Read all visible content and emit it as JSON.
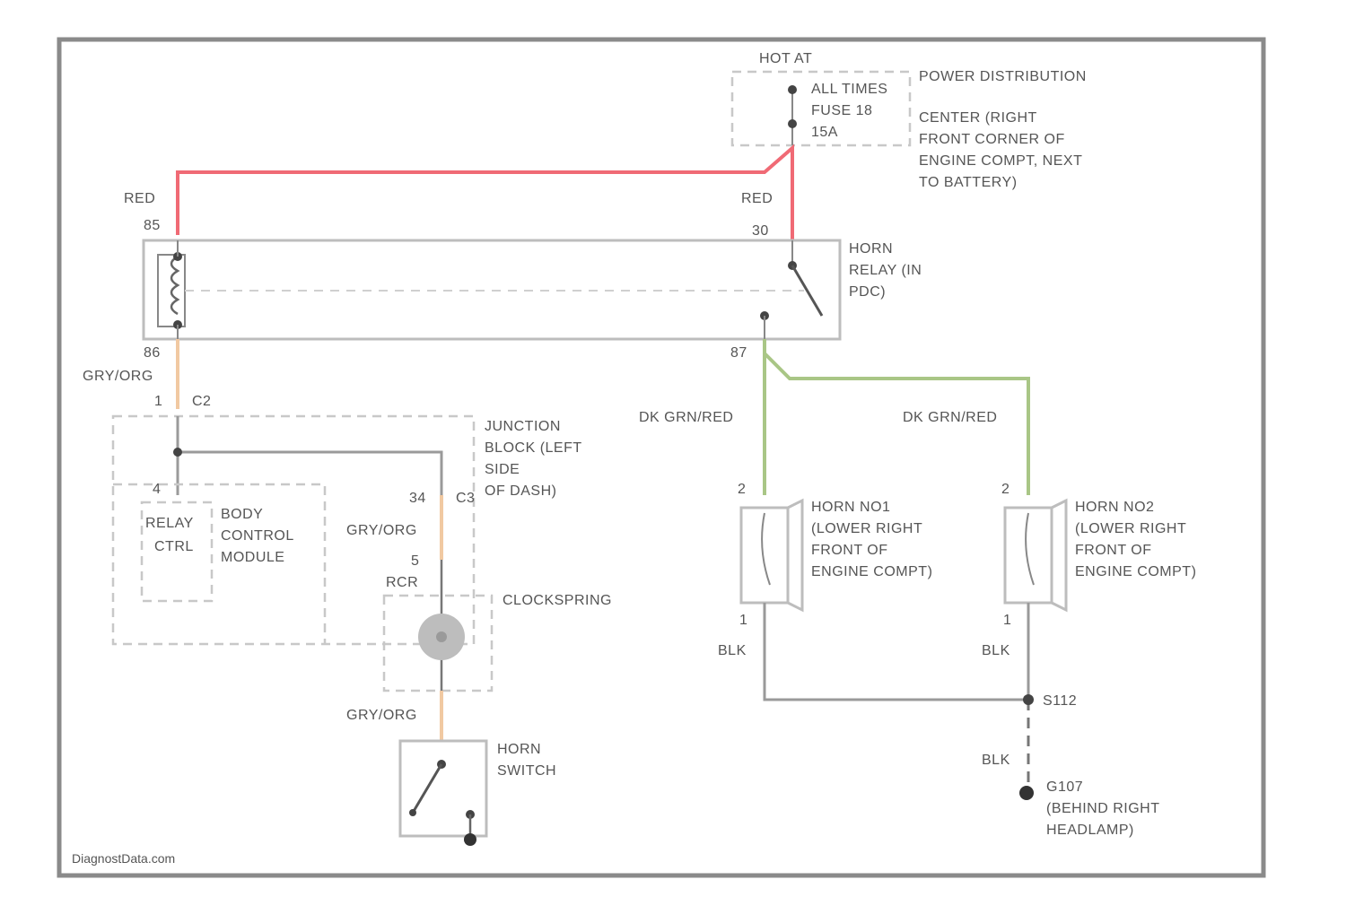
{
  "power": {
    "hot_label": "HOT AT",
    "fuse_lines": [
      "ALL TIMES",
      "FUSE 18",
      "15A"
    ],
    "pdc_lines": [
      "POWER DISTRIBUTION",
      "CENTER (RIGHT",
      "FRONT CORNER OF",
      "ENGINE COMPT, NEXT",
      "TO BATTERY)"
    ]
  },
  "relay": {
    "label_lines": [
      "HORN",
      "RELAY (IN",
      "PDC)"
    ],
    "pin_left_top": "85",
    "pin_left_bottom": "86",
    "pin_right_top": "30",
    "pin_right_bottom": "87"
  },
  "wires": {
    "red_left": "RED",
    "red_right": "RED",
    "gy_org_1": "GRY/ORG",
    "gy_org_2": "GRY/ORG",
    "gy_org_3": "GRY/ORG",
    "dk_grn_left": "DK GRN/RED",
    "dk_grn_right": "DK GRN/RED",
    "blk_1": "BLK",
    "blk_2": "BLK",
    "blk_3": "BLK"
  },
  "junction_block": {
    "label_lines": [
      "JUNCTION",
      "BLOCK (LEFT",
      "SIDE",
      "OF DASH)"
    ],
    "conn_c2": "C2",
    "conn_c3": "C3",
    "pin_1": "1",
    "pin_34": "34",
    "pin_4": "4"
  },
  "bcm": {
    "label_lines": [
      "BODY",
      "CONTROL",
      "MODULE"
    ],
    "relay_ctrl_lines": [
      "RELAY",
      "CTRL"
    ]
  },
  "clockspring": {
    "label": "CLOCKSPRING",
    "rcr": "RCR",
    "pin": "5"
  },
  "horn_switch": {
    "label_lines": [
      "HORN",
      "SWITCH"
    ]
  },
  "horn1": {
    "label_lines": [
      "HORN NO1",
      "(LOWER RIGHT",
      "FRONT OF",
      "ENGINE COMPT)"
    ],
    "pin_top": "2",
    "pin_bottom": "1"
  },
  "horn2": {
    "label_lines": [
      "HORN NO2",
      "(LOWER RIGHT",
      "FRONT OF",
      "ENGINE COMPT)"
    ],
    "pin_top": "2",
    "pin_bottom": "1"
  },
  "splice": "S112",
  "ground": {
    "label_lines": [
      "G107",
      "(BEHIND RIGHT",
      "HEADLAMP)"
    ]
  },
  "watermark": "DiagnostData.com"
}
